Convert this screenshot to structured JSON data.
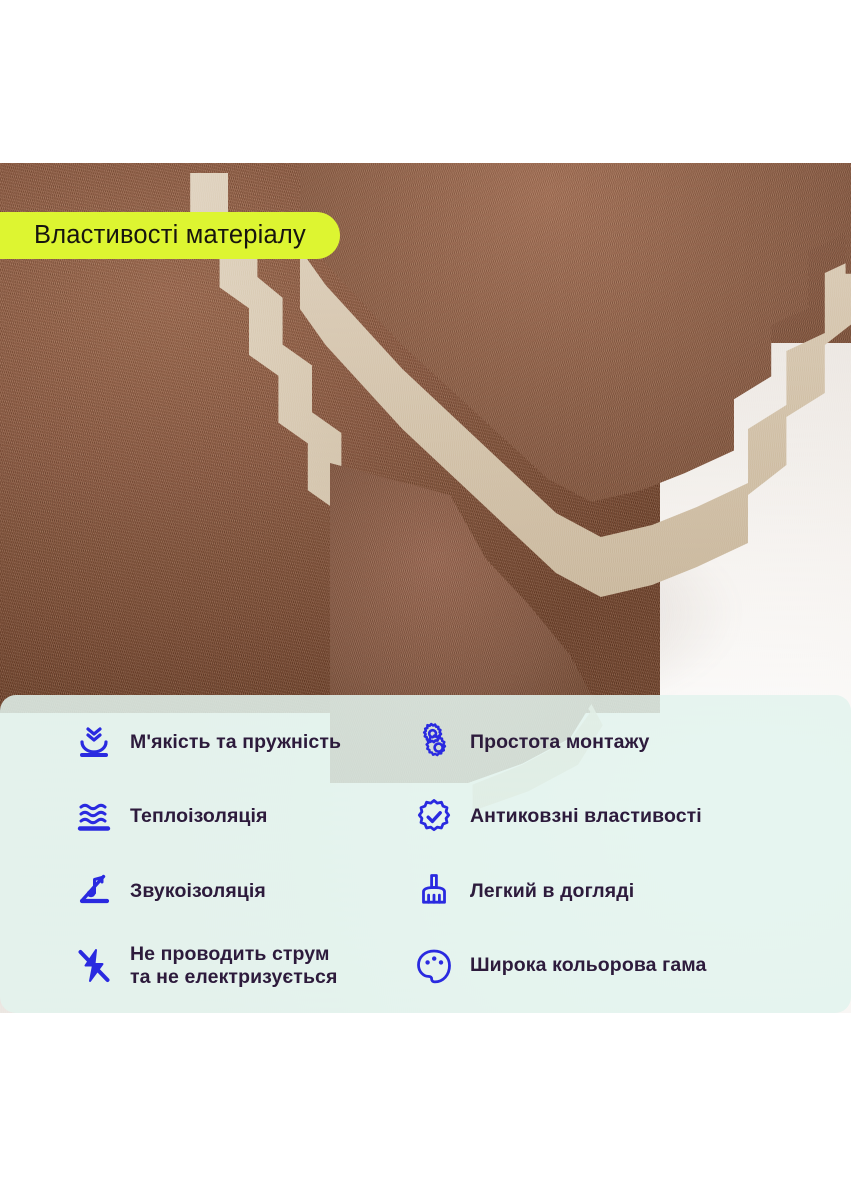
{
  "page": {
    "background_color": "#ffffff",
    "accent_yellow": "#ddf531",
    "panel_color": "#e2f3ee",
    "icon_color": "#2a2ae0",
    "text_color": "#2d1b3c"
  },
  "title": {
    "text": "Властивості матеріалу"
  },
  "photo": {
    "alt": "Коричневі пазлові килимки з ворсом та бежевою основою",
    "mat_color": "#8a5b43",
    "foam_color": "#ddd0ba"
  },
  "features": [
    {
      "icon": "softness-icon",
      "label": "М'якість та пружність"
    },
    {
      "icon": "gears-icon",
      "label": "Простота монтажу"
    },
    {
      "icon": "thermal-waves-icon",
      "label": "Теплоізоляція"
    },
    {
      "icon": "badge-check-icon",
      "label": "Антиковзні властивості"
    },
    {
      "icon": "muted-note-icon",
      "label": "Звукоізоляція"
    },
    {
      "icon": "broom-icon",
      "label": "Легкий в догляді"
    },
    {
      "icon": "no-electricity-icon",
      "label": "Не проводить струм\nта не електризується"
    },
    {
      "icon": "palette-icon",
      "label": "Широка кольорова гама"
    }
  ]
}
